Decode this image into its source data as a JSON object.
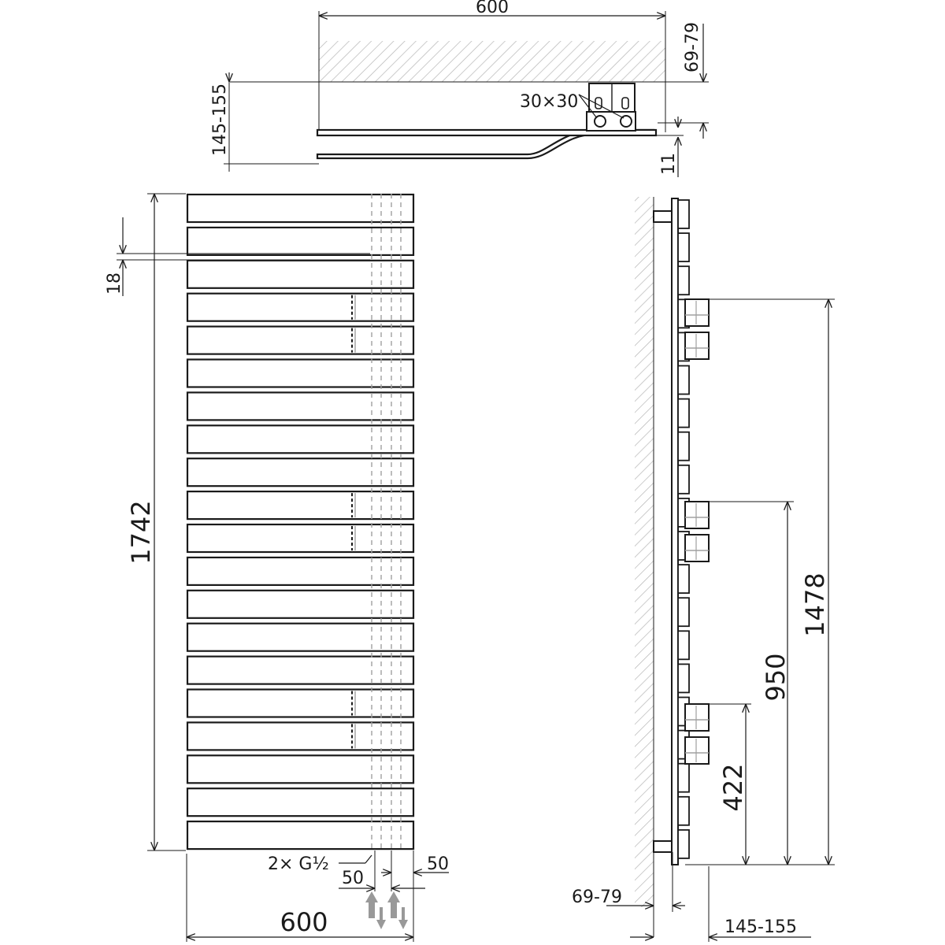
{
  "dimensions": {
    "top_width": "600",
    "wall_gap_top": "69-79",
    "projection_top": "145-155",
    "profile_size": "30×30",
    "offset_11": "11",
    "total_height": "1742",
    "bar_gap": "18",
    "connection_label": "2× G½",
    "conn_offset_left": "50",
    "conn_offset_right": "50",
    "bottom_width": "600",
    "height_1478": "1478",
    "height_950": "950",
    "height_422": "422",
    "wall_gap_bottom": "69-79",
    "projection_bottom": "145-155"
  },
  "colors": {
    "line": "#1a1a1a",
    "hatch": "#b5b5b5",
    "hidden": "#a0a0a0",
    "flow_arrow": "#999999"
  }
}
